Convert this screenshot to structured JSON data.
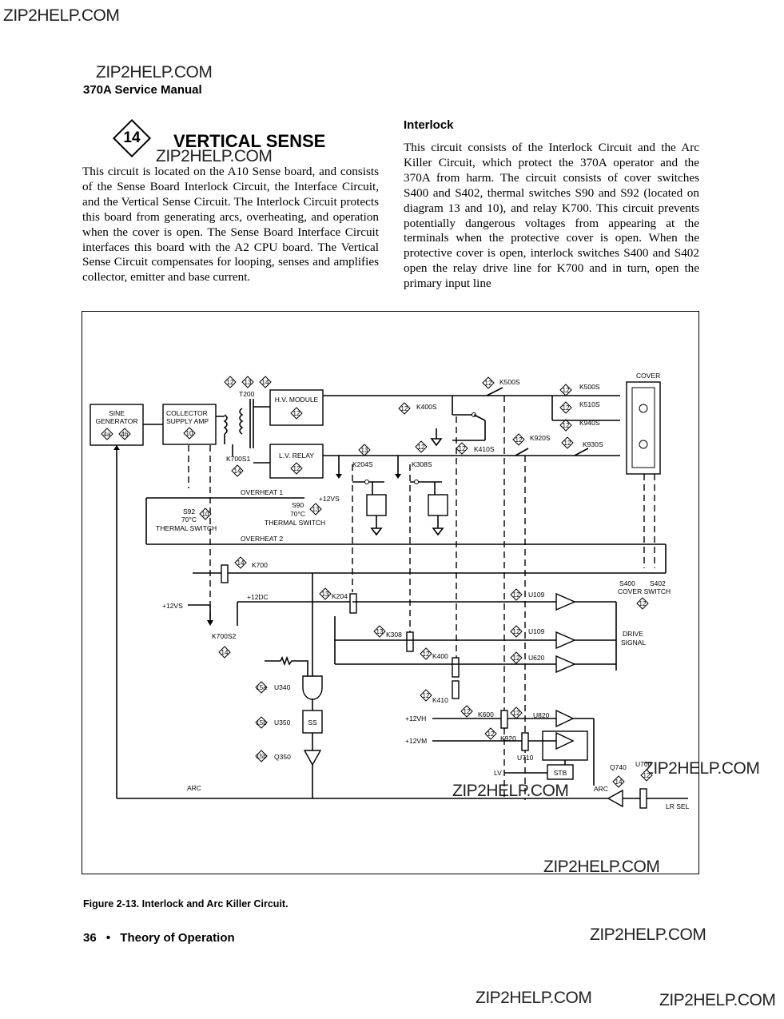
{
  "watermarks": [
    "ZIP2HELP.COM",
    "ZIP2HELP.COM",
    "ZIP2HELP.COM",
    "ZIP2HELP.COM",
    "ZIP2HELP.COM",
    "ZIP2HELP.COM",
    "ZIP2HELP.COM",
    "ZIP2HELP.COM",
    "ZIP2HELP.COM"
  ],
  "header": {
    "manual_title": "370A Service Manual"
  },
  "section": {
    "number": "14",
    "title": "VERTICAL SENSE"
  },
  "left_column": {
    "text": "This circuit is located on the A10 Sense board, and consists of the Sense Board Interlock Circuit, the Interface Circuit, and the Vertical Sense Circuit. The Interlock Circuit protects this board from generating arcs, overheating, and operation when the cover is open. The Sense Board Interface Circuit interfaces this board with the A2 CPU board. The Vertical Sense Circuit compensates for looping, senses and amplifies collector, emitter and base current."
  },
  "right_column": {
    "heading": "Interlock",
    "text": "This circuit consists of the Interlock Circuit and the Arc Killer Circuit, which protect the 370A operator and the 370A from harm. The circuit consists of cover switches S400 and S402, thermal switches S90 and S92 (located on diagram 13 and 10), and relay K700. This circuit prevents potentially dangerous voltages from appearing at the terminals when the protective cover is open. When the protective cover is open, interlock switches S400 and S402 open the relay drive line for K700 and in turn, open the primary input line"
  },
  "figure": {
    "caption": "Figure 2-13.  Interlock and Arc Killer Circuit.",
    "labels": {
      "sine_gen_1": "SINE",
      "sine_gen_2": "GENERATOR",
      "tag_4a": "4a",
      "tag_4b": "4b",
      "coll_1": "COLLECTOR",
      "coll_2": "SUPPLY AMP",
      "tag_10": "10",
      "t200": "T200",
      "t12": "12",
      "t13": "13",
      "t14": "14",
      "hv_module": "H.V. MODULE",
      "lv_relay": "L.V. RELAY",
      "k700s1": "K700S1",
      "k400s": "K400S",
      "k500s_top": "K500S",
      "k500s_right": "K500S",
      "k510s": "K510S",
      "k940s": "K940S",
      "k930s": "K930S",
      "k920s": "K920S",
      "k410s": "K410S",
      "k204s": "K204S",
      "k308s": "K308S",
      "cover": "COVER",
      "overheat1": "OVERHEAT 1",
      "plus12vs_a": "+12VS",
      "s92": "S92",
      "s92_temp": "70°C",
      "s92_desc": "THERMAL SWITCH",
      "s90": "S90",
      "s90_temp": "70°C",
      "s90_desc": "THERMAL SWITCH",
      "overheat2": "OVERHEAT 2",
      "k700": "K700",
      "s400": "S400",
      "s402": "S402",
      "cover_switch": "COVER SWITCH",
      "plus12vs_b": "+12VS",
      "plus12dc": "+12DC",
      "k700s2": "K700S2",
      "k204": "K204",
      "k308": "K308",
      "k400": "K400",
      "k410": "K410",
      "u109_a": "U109",
      "u109_b": "U109",
      "u620": "U620",
      "drive_1": "DRIVE",
      "drive_2": "SIGNAL",
      "tag_15a": "15a",
      "tag_15b": "15b",
      "u340": "U340",
      "u350": "U350",
      "q350": "Q350",
      "ss": "SS",
      "plus12vh": "+12VH",
      "plus12vm": "+12VM",
      "k600": "K600",
      "k920": "K920",
      "u820": "U820",
      "u710": "U710",
      "lv": "LV",
      "stb": "STB",
      "q740": "Q740",
      "u700": "U700",
      "arc_a": "ARC",
      "arc_b": "ARC",
      "lr_sel": "LR SEL"
    }
  },
  "footer": {
    "page_number": "36",
    "bullet": "•",
    "section": "Theory of Operation"
  }
}
